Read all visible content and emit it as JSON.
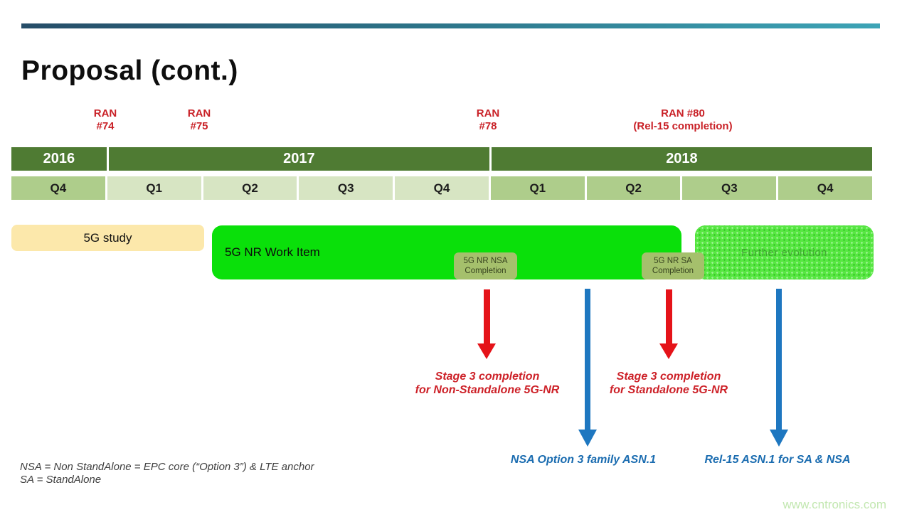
{
  "slide": {
    "title": "Proposal (cont.)",
    "watermark": "www.cntronics.com"
  },
  "milestones": {
    "ran74": {
      "line1": "RAN",
      "line2": "#74"
    },
    "ran75": {
      "line1": "RAN",
      "line2": "#75"
    },
    "ran78": {
      "line1": "RAN",
      "line2": "#78"
    },
    "ran80": {
      "line1": "RAN #80",
      "line2": "(Rel-15 completion)"
    }
  },
  "timeline": {
    "years": [
      {
        "label": "2016"
      },
      {
        "label": "2017"
      },
      {
        "label": "2018"
      }
    ],
    "quarters": [
      {
        "label": "Q4",
        "year": "2016"
      },
      {
        "label": "Q1",
        "year": "2017"
      },
      {
        "label": "Q2",
        "year": "2017"
      },
      {
        "label": "Q3",
        "year": "2017"
      },
      {
        "label": "Q4",
        "year": "2017"
      },
      {
        "label": "Q1",
        "year": "2018"
      },
      {
        "label": "Q2",
        "year": "2018"
      },
      {
        "label": "Q3",
        "year": "2018"
      },
      {
        "label": "Q4",
        "year": "2018"
      }
    ]
  },
  "bars": {
    "study": {
      "label": "5G study"
    },
    "work_item": {
      "label": "5G NR Work Item"
    },
    "nsa_completion": {
      "line1": "5G NR NSA",
      "line2": "Completion"
    },
    "sa_completion": {
      "line1": "5G NR SA",
      "line2": "Completion"
    },
    "further_evolution": {
      "label": "Further evolution"
    }
  },
  "annotations": {
    "stage3_nsa": {
      "line1": "Stage 3 completion",
      "line2": "for Non-Standalone 5G-NR"
    },
    "stage3_sa": {
      "line1": "Stage 3 completion",
      "line2": "for Standalone 5G-NR"
    },
    "asn1_nsa": {
      "label": "NSA Option 3  family ASN.1"
    },
    "asn1_rel15": {
      "label": "Rel-15 ASN.1 for SA & NSA"
    }
  },
  "footnotes": {
    "line1": "NSA = Non StandAlone = EPC core (“Option 3”) & LTE anchor",
    "line2": "SA = StandAlone"
  },
  "colors": {
    "accent_rule_start": "#264d68",
    "accent_rule_end": "#3da4b6",
    "year_bar": "#4f7b33",
    "quarter_dark": "#aecd8b",
    "quarter_light": "#d7e5c3",
    "study_bar": "#fce8ab",
    "work_item_bar": "#0ae00a",
    "further_bar": "#57e742",
    "completion_tag": "#a5c06c",
    "red_accent": "#cd2128",
    "blue_accent": "#1a6cb0",
    "watermark": "#c2e7b0"
  }
}
